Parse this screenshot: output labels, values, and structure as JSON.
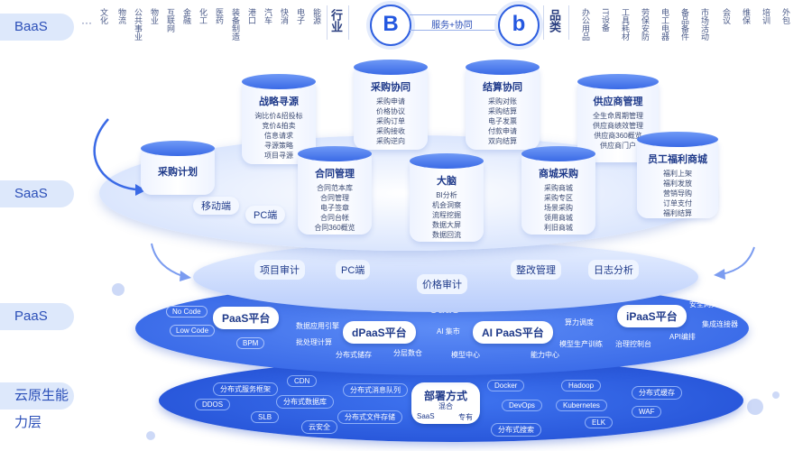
{
  "labels": {
    "baas": "BaaS",
    "saas": "SaaS",
    "paas": "PaaS",
    "cloud": "云原生能力层"
  },
  "baas": {
    "ellipsis": "···",
    "industries": [
      "文化",
      "物流",
      "公共事业",
      "物业",
      "互联网",
      "金融",
      "化工",
      "医药",
      "装备制造",
      "港口",
      "汽车",
      "快消",
      "电子",
      "能源"
    ],
    "industry_label": "行业",
    "circle_left": "B",
    "bridge": "服务+协同",
    "circle_right": "b",
    "category_label": "品类",
    "categories": [
      "办公用品",
      "IT设备",
      "工具耗材",
      "劳保安防",
      "电工电器",
      "备品备件",
      "市场活动",
      "会议",
      "维保",
      "培训",
      "外包"
    ]
  },
  "saas": {
    "modules": [
      {
        "title": "战略寻源",
        "items": [
          "询比价&招投标",
          "竞价&拍卖",
          "信息请求",
          "寻源策略",
          "项目寻源"
        ]
      },
      {
        "title": "采购协同",
        "items": [
          "采购申请",
          "价格协议",
          "采购订单",
          "采购接收",
          "采购逆向"
        ]
      },
      {
        "title": "结算协同",
        "items": [
          "采购对账",
          "采购结算",
          "电子发票",
          "付款申请",
          "双向结算"
        ]
      },
      {
        "title": "供应商管理",
        "items": [
          "全生命周期管理",
          "供应商绩效管理",
          "供应商360概览",
          "供应商门户"
        ]
      },
      {
        "title": "采购计划",
        "items": []
      },
      {
        "title": "合同管理",
        "items": [
          "合同范本库",
          "合同管理",
          "电子签章",
          "合同台帐",
          "合同360概览"
        ]
      },
      {
        "title": "大脑",
        "items": [
          "BI分析",
          "机会洞察",
          "流程挖掘",
          "数据大屏",
          "数据回流"
        ]
      },
      {
        "title": "商城采购",
        "items": [
          "采购商城",
          "采购专区",
          "场景采购",
          "领用商城",
          "利旧商城"
        ]
      },
      {
        "title": "员工福利商城",
        "items": [
          "福利上架",
          "福利发放",
          "营销导购",
          "订单支付",
          "福利结算"
        ]
      }
    ],
    "chips": [
      "移动端",
      "PC端"
    ]
  },
  "mid": {
    "chips": [
      "项目审计",
      "PC端",
      "价格审计",
      "整改管理",
      "日志分析"
    ]
  },
  "paas": {
    "caas": "CaaS",
    "platforms": [
      "PaaS平台",
      "dPaaS平台",
      "AI PaaS平台",
      "iPaaS平台"
    ],
    "items": [
      "No Code",
      "Low Code",
      "BPM",
      "数据应用引擎",
      "批处理计算",
      "分布式储存",
      "分层数仓",
      "AI 集市",
      "模型中心",
      "算力调度",
      "模型生产训练",
      "能力中心",
      "安全网关",
      "集成连接器",
      "API编排",
      "治理控制台"
    ]
  },
  "cloud": {
    "deploy_title": "部署方式",
    "deploy_options": [
      "混合",
      "SaaS",
      "专有"
    ],
    "items": [
      "分布式服务框架",
      "CDN",
      "分布式消息队列",
      "DDOS",
      "分布式数据库",
      "SLB",
      "分布式文件存储",
      "云安全",
      "Docker",
      "Hadoop",
      "分布式缓存",
      "DevOps",
      "Kubernetes",
      "WAF",
      "ELK",
      "分布式搜索"
    ]
  },
  "colors": {
    "accent": "#2e5fe0",
    "label_bg": "#dde8fb"
  }
}
